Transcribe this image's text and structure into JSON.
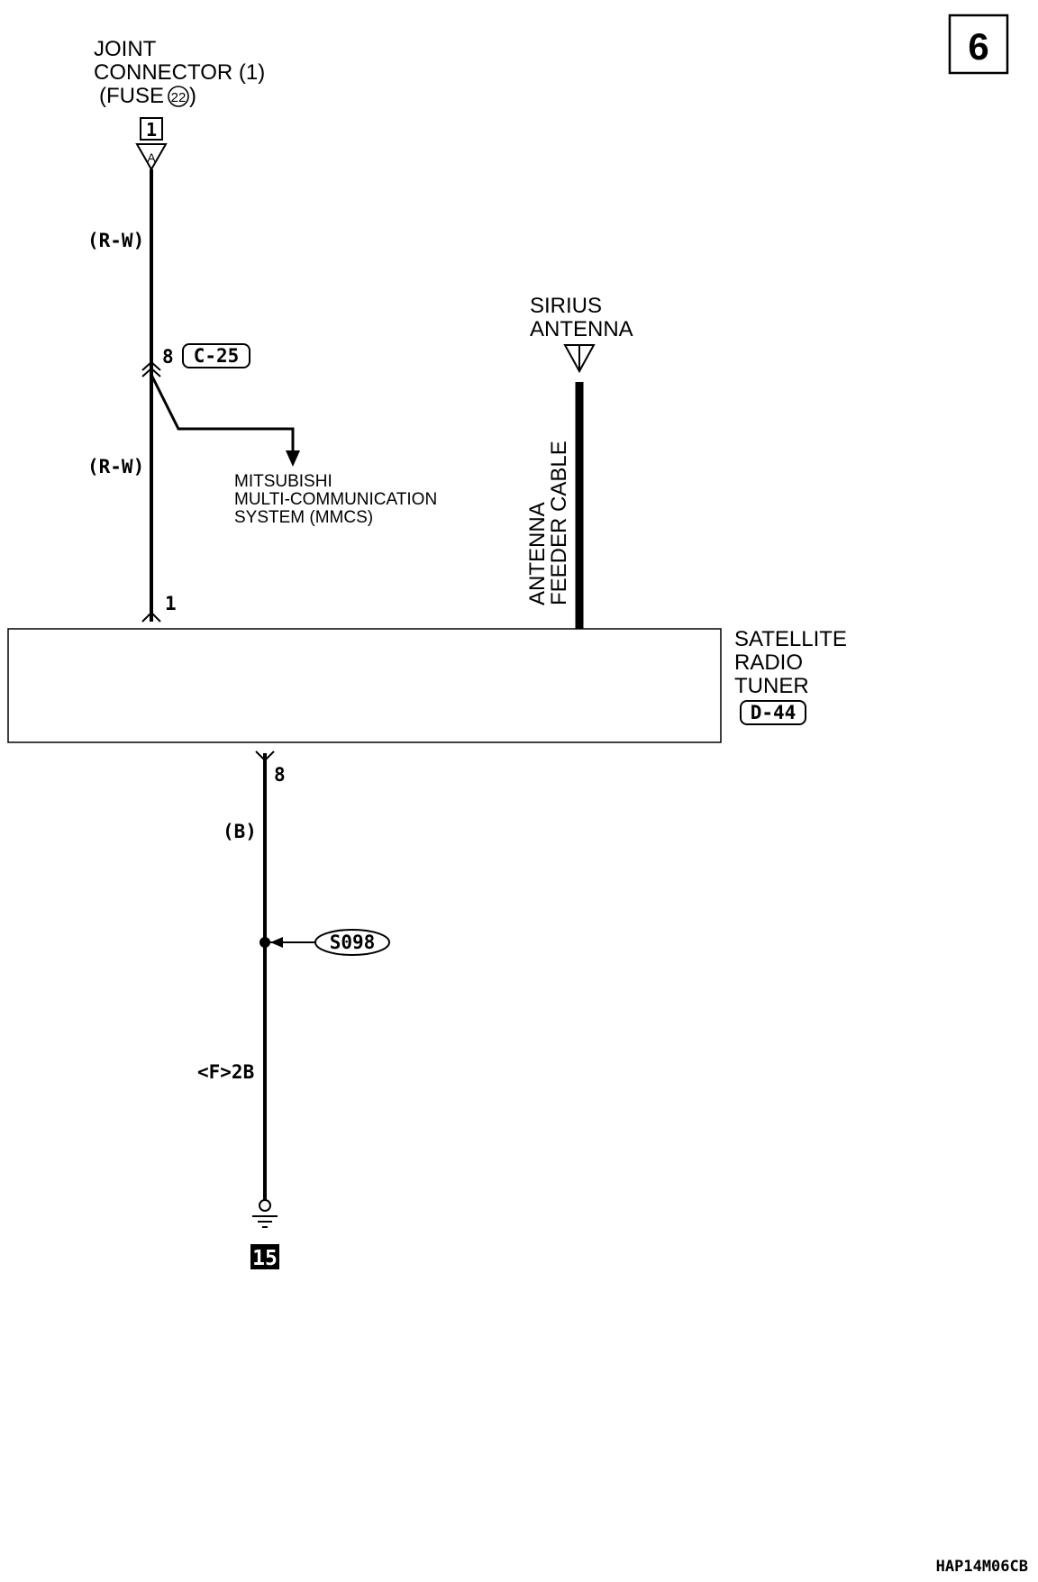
{
  "page": {
    "page_number": "6",
    "diagram_code": "HAP14M06CB",
    "ground_number": "15"
  },
  "joint_connector": {
    "line1": "JOINT",
    "line2": "CONNECTOR (1)",
    "line3_prefix": "(FUSE",
    "fuse_number": "22",
    "line3_suffix": ")",
    "terminal": "1",
    "connector_letter": "A"
  },
  "wires": {
    "upper_color": "(R-W)",
    "middle_color": "(R-W)",
    "ground_color": "(B)",
    "ground_path": "<F>2B"
  },
  "connector_c25": {
    "pin": "8",
    "id": "C-25"
  },
  "mmcs": {
    "line1": "MITSUBISHI",
    "line2": "MULTI-COMMUNICATION",
    "line3": "SYSTEM (MMCS)"
  },
  "antenna": {
    "line1": "SIRIUS",
    "line2": "ANTENNA",
    "cable_line1": "ANTENNA",
    "cable_line2": "FEEDER CABLE"
  },
  "tuner": {
    "line1": "SATELLITE",
    "line2": "RADIO",
    "line3": "TUNER",
    "connector": "D-44",
    "pin_in": "1",
    "pin_ground": "8"
  },
  "splice": {
    "id": "S098"
  }
}
